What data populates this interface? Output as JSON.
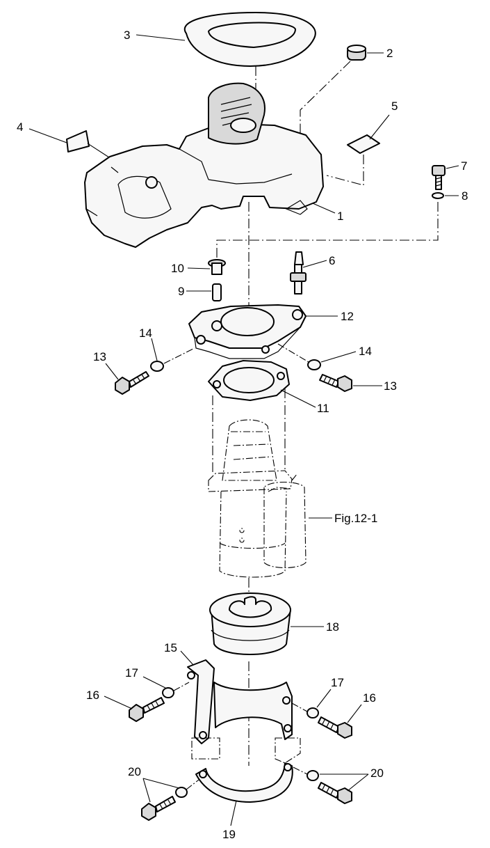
{
  "diagram": {
    "callouts": {
      "c1": "1",
      "c2": "2",
      "c3": "3",
      "c4": "4",
      "c5": "5",
      "c6": "6",
      "c7": "7",
      "c8": "8",
      "c9": "9",
      "c10": "10",
      "c11": "11",
      "c12": "12",
      "c13a": "13",
      "c13b": "13",
      "c14a": "14",
      "c14b": "14",
      "c15": "15",
      "c16a": "16",
      "c16b": "16",
      "c17a": "17",
      "c17b": "17",
      "c18": "18",
      "c19": "19",
      "c20a": "20",
      "c20b": "20"
    },
    "reference_label": "Fig.12-1"
  }
}
